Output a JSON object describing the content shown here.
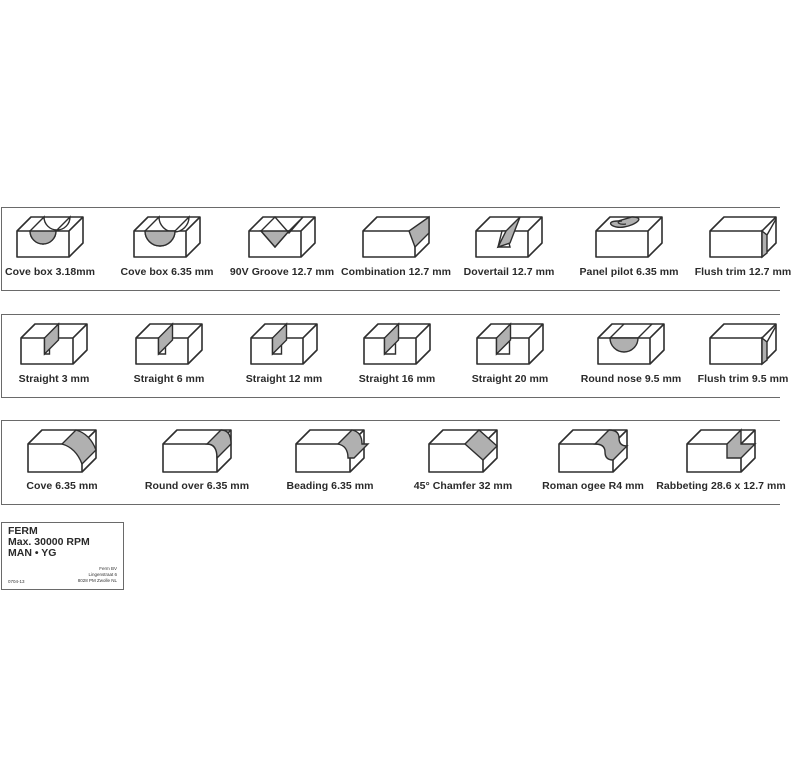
{
  "colors": {
    "fill": "#b0b0b0",
    "stroke": "#2e2e2e",
    "frame": "#6a6a6a"
  },
  "rows": [
    {
      "items": [
        {
          "label": "Cove box 3.18mm",
          "icon": "cove-box-small"
        },
        {
          "label": "Cove box 6.35 mm",
          "icon": "cove-box-large"
        },
        {
          "label": "90V Groove 12.7 mm",
          "icon": "v-groove"
        },
        {
          "label": "Combination 12.7 mm",
          "icon": "combination"
        },
        {
          "label": "Dovertail 12.7 mm",
          "icon": "dovetail"
        },
        {
          "label": "Panel pilot 6.35 mm",
          "icon": "panel-pilot"
        },
        {
          "label": "Flush trim 12.7 mm",
          "icon": "flush-trim"
        }
      ]
    },
    {
      "items": [
        {
          "label": "Straight 3 mm",
          "icon": "straight-3"
        },
        {
          "label": "Straight 6 mm",
          "icon": "straight-6"
        },
        {
          "label": "Straight 12 mm",
          "icon": "straight-12"
        },
        {
          "label": "Straight 16 mm",
          "icon": "straight-16"
        },
        {
          "label": "Straight 20 mm",
          "icon": "straight-20"
        },
        {
          "label": "Round nose 9.5 mm",
          "icon": "round-nose"
        },
        {
          "label": "Flush trim 9.5 mm",
          "icon": "flush-trim"
        }
      ]
    },
    {
      "items": [
        {
          "label": "Cove 6.35 mm",
          "icon": "cove"
        },
        {
          "label": "Round over 6.35 mm",
          "icon": "round-over"
        },
        {
          "label": "Beading 6.35 mm",
          "icon": "beading"
        },
        {
          "label": "45° Chamfer 32 mm",
          "icon": "chamfer"
        },
        {
          "label": "Roman ogee R4 mm",
          "icon": "roman-ogee"
        },
        {
          "label": "Rabbeting 28.6 x 12.7 mm",
          "icon": "rabbeting"
        }
      ]
    }
  ],
  "plate": {
    "brand": "FERM",
    "rpm": "Max. 30000 RPM",
    "code": "MAN • YG",
    "doc": "0704-13",
    "company": "Ferm BV",
    "street": "Lingenstraat 6",
    "city": "8028 PM Zwolle NL"
  }
}
